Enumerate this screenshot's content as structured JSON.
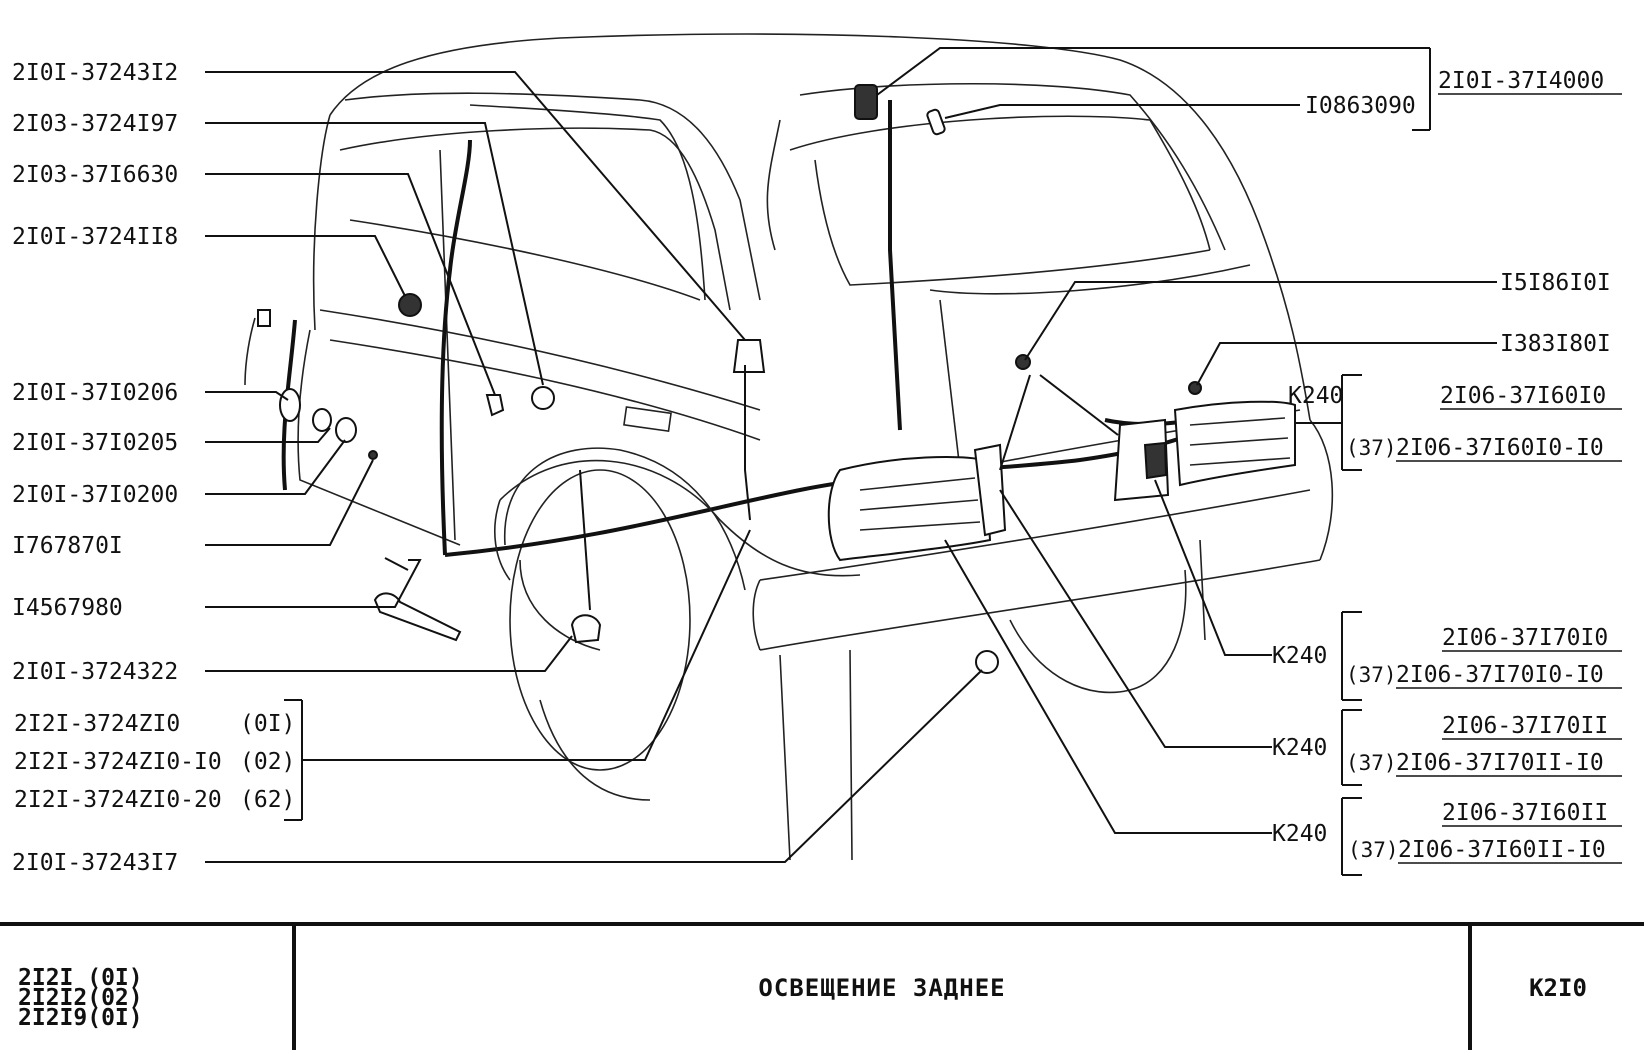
{
  "labels_left": [
    "2I0I-37243I2",
    "2I03-3724I97",
    "2I03-37I6630",
    "2I0I-3724II8",
    "2I0I-37I0206",
    "2I0I-37I0205",
    "2I0I-37I0200",
    "I767870I",
    "I4567980",
    "2I0I-3724322"
  ],
  "group_harness": {
    "items": [
      "2I2I-3724ZI0",
      "2I2I-3724ZI0-I0",
      "2I2I-3724ZI0-20"
    ],
    "suffixes": [
      "(0I)",
      "(02)",
      "(62)"
    ]
  },
  "label_bottom_left": "2I0I-37243I7",
  "labels_top_right": {
    "lamp_part": "I0863090",
    "assembly": "2I0I-37I4000"
  },
  "labels_right": [
    "I5I86I0I",
    "I383I80I"
  ],
  "k_code": "К240",
  "right_groups": [
    {
      "main": "2I06-37I60I0",
      "prefix": "(37)",
      "alt": "2I06-37I60I0-I0"
    },
    {
      "main": "2I06-37I70I0",
      "prefix": "(37)",
      "alt": "2I06-37I70I0-I0"
    },
    {
      "main": "2I06-37I70II",
      "prefix": "(37)",
      "alt": "2I06-37I70II-I0"
    },
    {
      "main": "2I06-37I60II",
      "prefix": "(37)",
      "alt": "2I06-37I60II-I0"
    }
  ],
  "title_block": {
    "models": [
      "2I2I (0I)",
      "2I2I2(02)",
      "2I2I9(0I)"
    ],
    "title": "ОСВЕЩЕНИЕ ЗАДНЕЕ",
    "code": "К2I0"
  }
}
